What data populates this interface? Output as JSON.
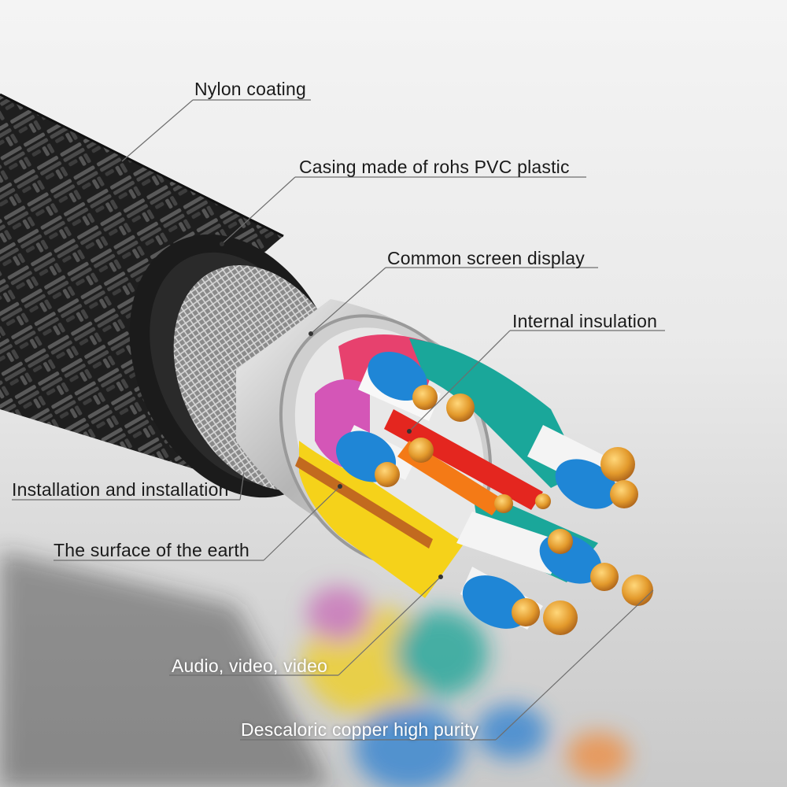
{
  "labels": {
    "nylon_coating": "Nylon coating",
    "casing": "Casing made of rohs PVC plastic",
    "common_screen": "Common screen display",
    "internal_insulation": "Internal insulation",
    "installation": "Installation and installation",
    "earth_surface": "The surface of the earth",
    "audio_video": "Audio, video, video",
    "copper": "Descaloric copper high purity"
  },
  "colors": {
    "background": "#ececec",
    "braid": "#2b2b2b",
    "pvc_jacket": "#1c1c1c",
    "foil_shield": "#c9c9c9",
    "blue_wire": "#1f86d6",
    "teal_wire": "#1aa79a",
    "magenta_wire": "#d456b7",
    "pink_wire": "#e7416e",
    "yellow_wire": "#f5d21a",
    "red_wire": "#e4261f",
    "orange_wire": "#f47a16",
    "copper": "#e39a2c",
    "leader_line": "#6e6e6e"
  }
}
